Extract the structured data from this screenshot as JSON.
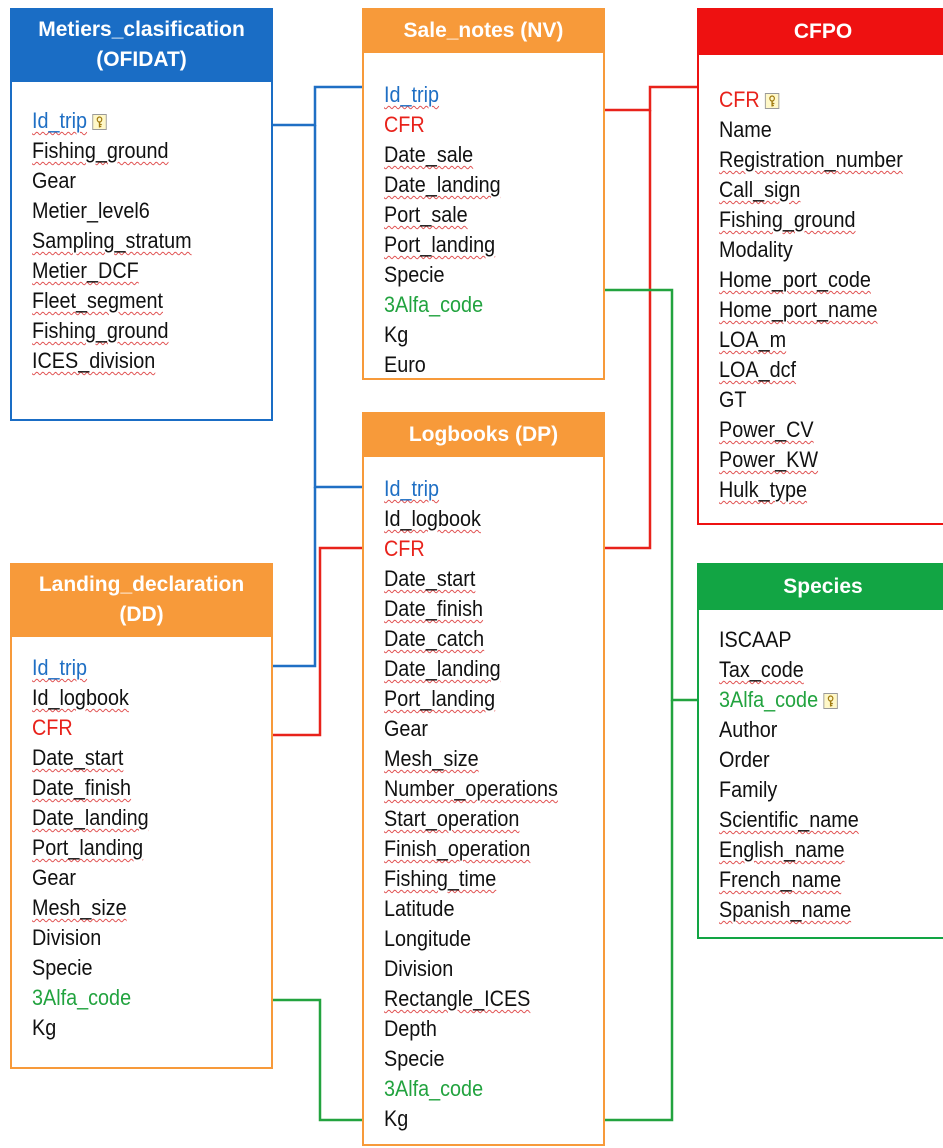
{
  "colors": {
    "blue": "#1f6fc4",
    "red": "#e8221b",
    "green": "#22a33f",
    "orange": "#f79a3a",
    "header_blue": "#1a6dc5",
    "header_red": "#ee1111",
    "header_green": "#12a544"
  },
  "tables": {
    "metiers": {
      "title": "Metiers_clasification (OFIDAT)",
      "title_lines": [
        "Metiers_clasification",
        "(OFIDAT)"
      ],
      "fields": [
        {
          "name": "Id_trip",
          "color": "blue",
          "key": true
        },
        {
          "name": "Fishing_ground"
        },
        {
          "name": "Gear",
          "plain": true
        },
        {
          "name": "Metier_level6",
          "plain": true
        },
        {
          "name": "Sampling_stratum"
        },
        {
          "name": "Metier_DCF"
        },
        {
          "name": "Fleet_segment"
        },
        {
          "name": "Fishing_ground"
        },
        {
          "name": "ICES_division"
        }
      ]
    },
    "sale_notes": {
      "title": "Sale_notes (NV)",
      "title_lines": [
        "Sale_notes (NV)"
      ],
      "fields": [
        {
          "name": "Id_trip",
          "color": "blue"
        },
        {
          "name": "CFR",
          "color": "red",
          "plain": true
        },
        {
          "name": "Date_sale"
        },
        {
          "name": "Date_landing"
        },
        {
          "name": "Port_sale"
        },
        {
          "name": "Port_landing"
        },
        {
          "name": "Specie",
          "plain": true
        },
        {
          "name": "3Alfa_code",
          "color": "green",
          "plain": true
        },
        {
          "name": "Kg",
          "plain": true
        },
        {
          "name": "Euro",
          "plain": true
        }
      ]
    },
    "cfpo": {
      "title": "CFPO",
      "title_lines": [
        "CFPO"
      ],
      "fields": [
        {
          "name": "CFR",
          "color": "red",
          "key": true,
          "plain": true
        },
        {
          "name": "Name",
          "plain": true
        },
        {
          "name": "Registration_number"
        },
        {
          "name": "Call_sign"
        },
        {
          "name": "Fishing_ground"
        },
        {
          "name": "Modality",
          "plain": true
        },
        {
          "name": "Home_port_code"
        },
        {
          "name": "Home_port_name"
        },
        {
          "name": "LOA_m"
        },
        {
          "name": "LOA_dcf"
        },
        {
          "name": "GT",
          "plain": true
        },
        {
          "name": "Power_CV"
        },
        {
          "name": "Power_KW"
        },
        {
          "name": "Hulk_type"
        }
      ]
    },
    "logbooks": {
      "title": "Logbooks (DP)",
      "title_lines": [
        "Logbooks (DP)"
      ],
      "fields": [
        {
          "name": "Id_trip",
          "color": "blue"
        },
        {
          "name": "Id_logbook"
        },
        {
          "name": "CFR",
          "color": "red",
          "plain": true
        },
        {
          "name": "Date_start"
        },
        {
          "name": "Date_finish"
        },
        {
          "name": "Date_catch"
        },
        {
          "name": "Date_landing"
        },
        {
          "name": "Port_landing"
        },
        {
          "name": "Gear",
          "plain": true
        },
        {
          "name": "Mesh_size"
        },
        {
          "name": "Number_operations"
        },
        {
          "name": "Start_operation"
        },
        {
          "name": "Finish_operation"
        },
        {
          "name": "Fishing_time"
        },
        {
          "name": "Latitude",
          "plain": true
        },
        {
          "name": "Longitude",
          "plain": true
        },
        {
          "name": "Division",
          "plain": true
        },
        {
          "name": "Rectangle_ICES"
        },
        {
          "name": "Depth",
          "plain": true
        },
        {
          "name": "Specie",
          "plain": true
        },
        {
          "name": "3Alfa_code",
          "color": "green",
          "plain": true
        },
        {
          "name": "Kg",
          "plain": true
        }
      ]
    },
    "landing": {
      "title": "Landing_declaration (DD)",
      "title_lines": [
        "Landing_declaration",
        "(DD)"
      ],
      "fields": [
        {
          "name": "Id_trip",
          "color": "blue"
        },
        {
          "name": "Id_logbook"
        },
        {
          "name": "CFR",
          "color": "red",
          "plain": true
        },
        {
          "name": "Date_start"
        },
        {
          "name": "Date_finish"
        },
        {
          "name": "Date_landing"
        },
        {
          "name": "Port_landing"
        },
        {
          "name": "Gear",
          "plain": true
        },
        {
          "name": "Mesh_size"
        },
        {
          "name": "Division",
          "plain": true
        },
        {
          "name": "Specie",
          "plain": true
        },
        {
          "name": "3Alfa_code",
          "color": "green",
          "plain": true
        },
        {
          "name": "Kg",
          "plain": true
        }
      ]
    },
    "species": {
      "title": "Species",
      "title_lines": [
        "Species"
      ],
      "fields": [
        {
          "name": "ISCAAP",
          "plain": true
        },
        {
          "name": "Tax_code"
        },
        {
          "name": "3Alfa_code",
          "color": "green",
          "key": true,
          "plain": true
        },
        {
          "name": "Author",
          "plain": true
        },
        {
          "name": "Order",
          "plain": true
        },
        {
          "name": "Family",
          "plain": true
        },
        {
          "name": "Scientific_name"
        },
        {
          "name": "English_name"
        },
        {
          "name": "French_name"
        },
        {
          "name": "Spanish_name"
        }
      ]
    }
  }
}
